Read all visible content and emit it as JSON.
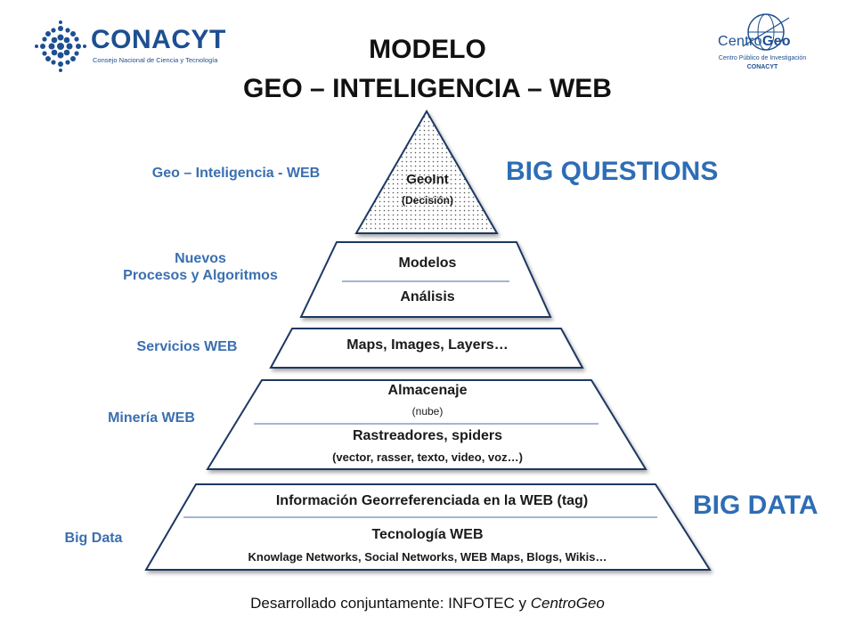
{
  "logos": {
    "conacyt": {
      "name": "CONACYT",
      "subtitle": "Consejo Nacional de Ciencia y Tecnología",
      "color": "#1d4f91"
    },
    "centrogeo": {
      "name_a": "Centro",
      "name_b": "Geo",
      "line1": "Centro Público de Investigación",
      "line2": "CONACYT"
    }
  },
  "title": {
    "line1": "MODELO",
    "line2": "GEO – INTELIGENCIA – WEB"
  },
  "left_labels": {
    "geoint": "Geo – Inteligencia - WEB",
    "procesos_1": "Nuevos",
    "procesos_2": "Procesos y Algoritmos",
    "servicios": "Servicios WEB",
    "mineria": "Minería WEB",
    "bigdata": "Big Data"
  },
  "right_labels": {
    "questions": "BIG QUESTIONS",
    "data": "BIG DATA"
  },
  "tiers": {
    "t1": {
      "main": "GeoInt",
      "sub": "(Decisión)"
    },
    "t2": {
      "top": "Modelos",
      "bottom": "Análisis"
    },
    "t3": {
      "main": "Maps, Images, Layers…"
    },
    "t4": {
      "top": "Almacenaje",
      "top_sub": "(nube)",
      "bottom": "Rastreadores, spiders",
      "bottom_sub": "(vector, rasser, texto, video, voz…)"
    },
    "t5": {
      "top": "Información Georreferenciada en la WEB (tag)",
      "bottom": "Tecnología WEB",
      "bottom_sub": "Knowlage Networks, Social Networks, WEB Maps, Blogs, Wikis…"
    }
  },
  "footer": {
    "prefix": "Desarrollado conjuntamente: INFOTEC y ",
    "suffix": "CentroGeo"
  },
  "colors": {
    "accent": "#2e6db5",
    "label": "#3a6fb0",
    "outline": "#1f3864"
  }
}
